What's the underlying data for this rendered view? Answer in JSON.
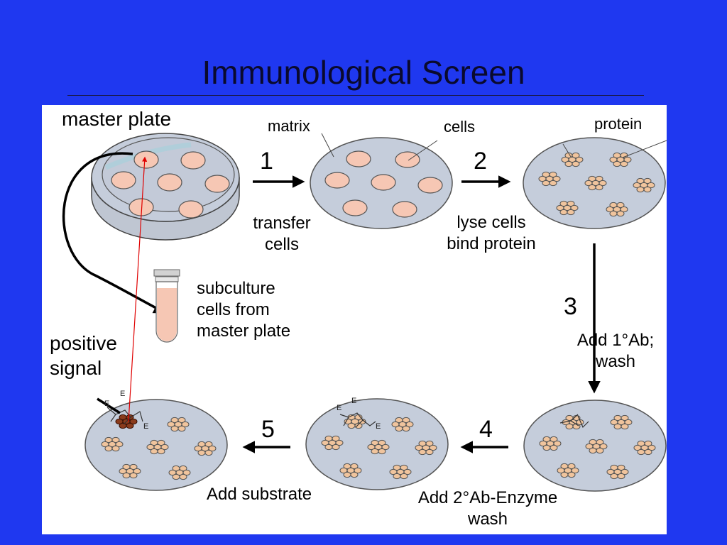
{
  "slide": {
    "title": "Immunological Screen"
  },
  "labels": {
    "master_plate": "master plate",
    "matrix": "matrix",
    "cells": "cells",
    "protein": "protein",
    "transfer_cells": [
      "transfer",
      "cells"
    ],
    "lyse_bind": [
      "lyse cells",
      "bind protein"
    ],
    "subculture": [
      "subculture",
      "cells from",
      "master plate"
    ],
    "positive_signal": [
      "positive",
      "signal"
    ],
    "add_primary": [
      "Add 1°Ab;",
      "wash"
    ],
    "add_secondary": [
      "Add 2°Ab-Enzyme",
      "wash"
    ],
    "add_substrate": "Add substrate"
  },
  "steps": [
    "1",
    "2",
    "3",
    "4",
    "5"
  ],
  "enzyme_marker": "E",
  "colors": {
    "background": "#1f38f0",
    "dish": "#c5cddb",
    "colony": "#f6c7b4",
    "protein": "#f0c49d",
    "positive": "#8a3b1c",
    "signal_line": "#e00000"
  }
}
